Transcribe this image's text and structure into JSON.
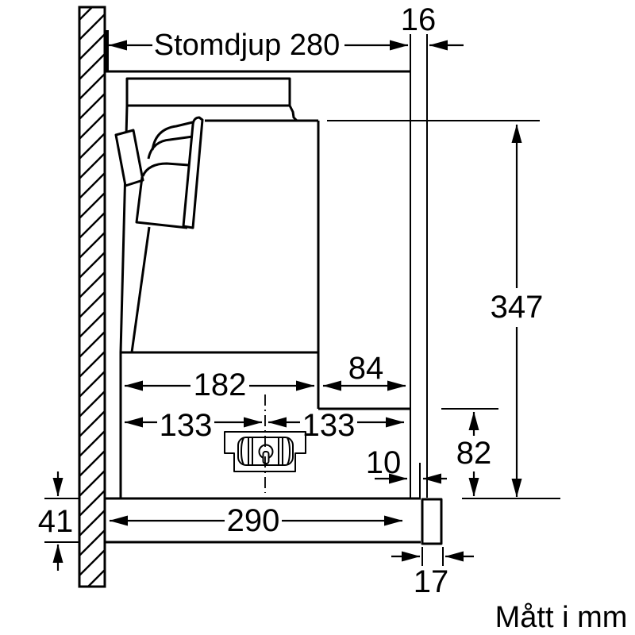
{
  "diagram": {
    "background": "#ffffff",
    "line_color": "#000000",
    "labels": {
      "stomdjup": "Stomdjup 280",
      "front_panel": "16",
      "height": "347",
      "rear_compartment": "84",
      "body_depth": "182",
      "left_half": "133",
      "right_half": "133",
      "front_gap": "10",
      "lower_height": "82",
      "visor_height": "41",
      "total_depth": "290",
      "handle_depth": "17",
      "units_note": "Mått i mm"
    }
  }
}
